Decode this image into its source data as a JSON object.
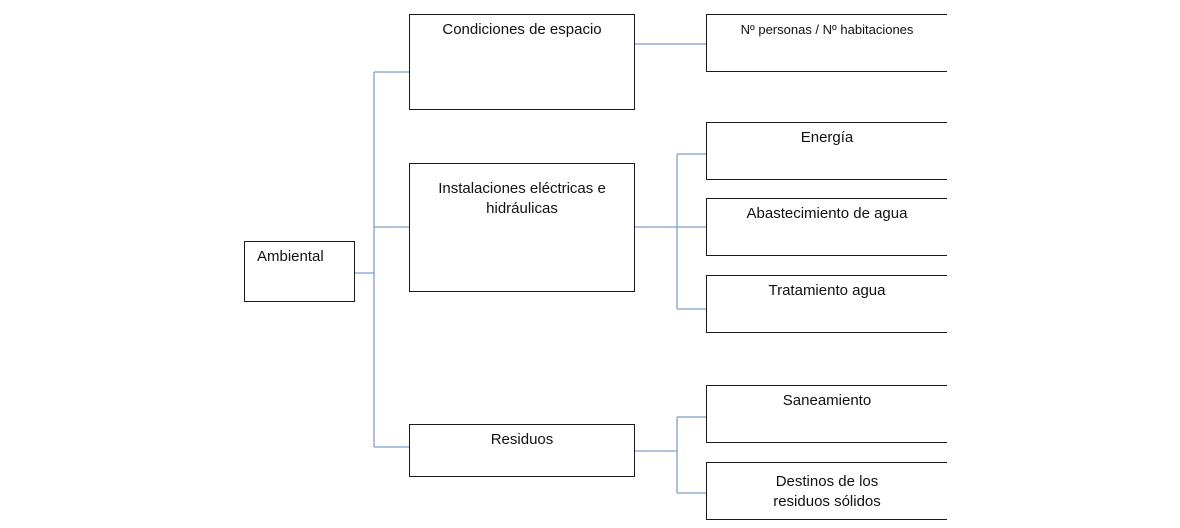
{
  "diagram": {
    "root": {
      "label": "Ambiental"
    },
    "categories": [
      {
        "label": "Condiciones de espacio",
        "items": [
          "Nº personas / Nº habitaciones"
        ]
      },
      {
        "label": "Instalaciones eléctricas e hidráulicas",
        "items": [
          "Energía",
          "Abastecimiento de agua",
          "Tratamiento agua"
        ]
      },
      {
        "label": "Residuos",
        "items": [
          "Saneamiento",
          "Destinos de los residuos sólidos"
        ]
      }
    ],
    "colors": {
      "connector": "#7f9fcf",
      "border": "#1a1a1a",
      "text": "#111111",
      "background": "#ffffff"
    }
  }
}
